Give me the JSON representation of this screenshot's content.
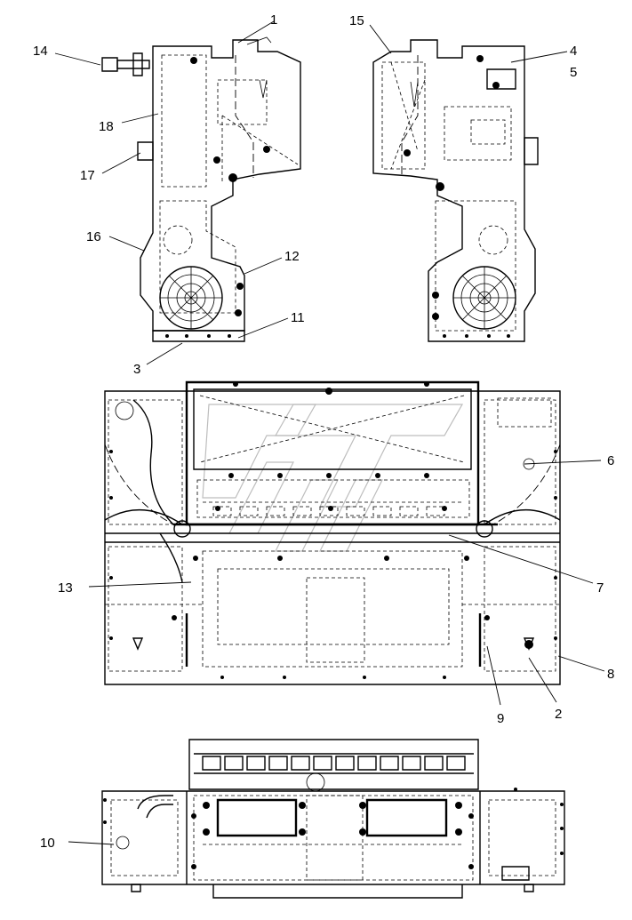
{
  "drawing": {
    "callouts": [
      "1",
      "2",
      "3",
      "4",
      "5",
      "6",
      "7",
      "8",
      "9",
      "10",
      "11",
      "12",
      "13",
      "14",
      "15",
      "16",
      "17",
      "18"
    ]
  }
}
